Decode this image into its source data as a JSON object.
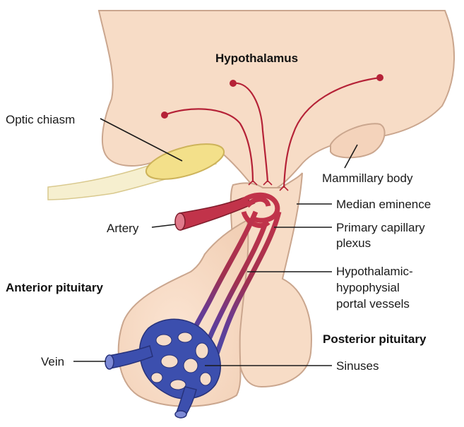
{
  "labels": {
    "hypothalamus": "Hypothalamus",
    "optic_chiasm": "Optic chiasm",
    "mammillary_body": "Mammillary body",
    "median_eminence": "Median eminence",
    "artery": "Artery",
    "primary_capillary_plexus_line1": "Primary capillary",
    "primary_capillary_plexus_line2": "plexus",
    "portal_vessels_line1": "Hypothalamic-",
    "portal_vessels_line2": "hypophysial",
    "portal_vessels_line3": "portal vessels",
    "anterior_pituitary": "Anterior pituitary",
    "posterior_pituitary": "Posterior pituitary",
    "vein": "Vein",
    "sinuses": "Sinuses"
  },
  "colors": {
    "tissue": "#f7dcc6",
    "tissue_outline": "#caa68e",
    "optic_chiasm": "#f3e08a",
    "optic_nerve": "#f6efcf",
    "neuron": "#b52237",
    "artery": "#c1334a",
    "vein": "#3c4fae",
    "plexus_mid": "#7a3a8a"
  }
}
